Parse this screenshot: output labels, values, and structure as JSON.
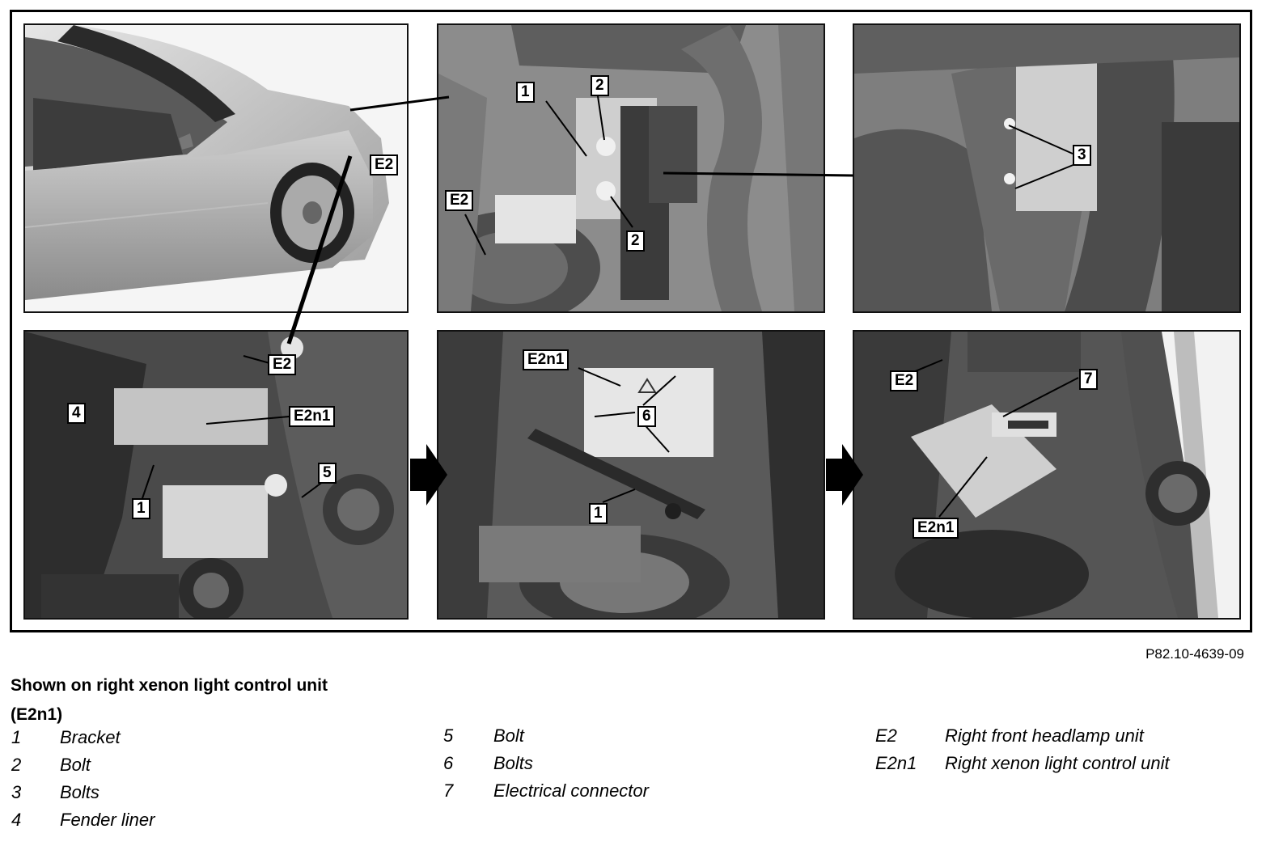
{
  "figure_reference": "P82.10-4639-09",
  "caption": {
    "line1": "Shown on right xenon light control unit",
    "line2": "(E2n1)"
  },
  "callouts": {
    "p1_e2": "E2",
    "p2_1": "1",
    "p2_2a": "2",
    "p2_2b": "2",
    "p2_e2": "E2",
    "p3_3": "3",
    "p4_e2": "E2",
    "p4_e2n1": "E2n1",
    "p4_4": "4",
    "p4_5": "5",
    "p4_1": "1",
    "p5_e2n1": "E2n1",
    "p5_6": "6",
    "p5_1": "1",
    "p6_e2": "E2",
    "p6_7": "7",
    "p6_e2n1": "E2n1"
  },
  "legend": {
    "col1": [
      {
        "key": "1",
        "label": "Bracket"
      },
      {
        "key": "2",
        "label": "Bolt"
      },
      {
        "key": "3",
        "label": "Bolts"
      },
      {
        "key": "4",
        "label": "Fender liner"
      }
    ],
    "col2": [
      {
        "key": "5",
        "label": "Bolt"
      },
      {
        "key": "6",
        "label": "Bolts"
      },
      {
        "key": "7",
        "label": "Electrical connector"
      }
    ],
    "col3": [
      {
        "key": "E2",
        "label": "Right front headlamp unit"
      },
      {
        "key": "E2n1",
        "label": "Right xenon light control unit"
      }
    ]
  }
}
